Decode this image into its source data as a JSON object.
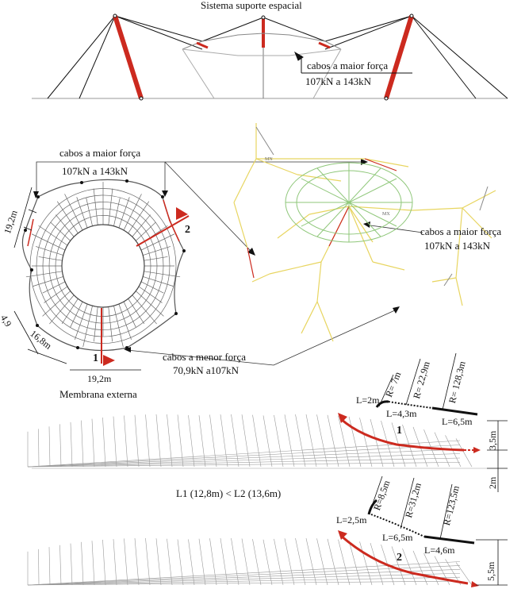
{
  "title": "Sistema suporte espacial",
  "top_annotation": {
    "line1": "cabos a maior força",
    "line2": "107kN a 143kN"
  },
  "membrane": {
    "left_callout": {
      "line1": "cabos a maior força",
      "line2": "107kN a 143kN"
    },
    "right_callout": {
      "line1": "cabos a maior força",
      "line2": "107kN a 143kN"
    },
    "lower_callout": {
      "line1": "cabos a menor força",
      "line2": "70,9kN a107kN"
    },
    "dims": {
      "left_edge": "19,2m",
      "small": "4,9",
      "diag": "16,8m",
      "bottom": "19,2m"
    },
    "markers": {
      "one": "1",
      "two": "2"
    },
    "caption": "Membrana externa",
    "tag_mn": "MN",
    "tag_mx": "MX"
  },
  "section1": {
    "radii": [
      "R= 7m",
      "R= 22,9m",
      "R= 128,3m"
    ],
    "lengths": [
      "L=2m",
      "L=4,3m",
      "L=6,5m"
    ],
    "marker": "1",
    "height": "3,5m",
    "offset": "2m"
  },
  "comparison": "L1 (12,8m) < L2 (13,6m)",
  "section2": {
    "radii": [
      "R=8,5m",
      "R=31,2m",
      "R=123,5m"
    ],
    "lengths": [
      "L=2,5m",
      "L=6,5m",
      "L=4,6m"
    ],
    "marker": "2",
    "height": "5,5m"
  },
  "colors": {
    "cable_red": "#cc2a1f",
    "mesh_grey": "#666666",
    "structure_yellow": "#e8d560",
    "ring_green": "#8fc77a",
    "line_black": "#111111"
  }
}
